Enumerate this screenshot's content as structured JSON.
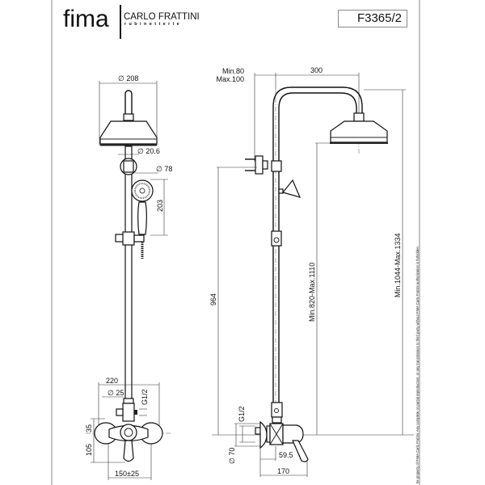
{
  "header": {
    "brand": "fima",
    "sub_brand": "CARLO FRATTINI",
    "sub_brand_tagline": "rubinetterie",
    "product_code": "F3365/2"
  },
  "front_view": {
    "head_diameter": "∅ 208",
    "pipe_diameter": "∅ 20.6",
    "hand_shower_diameter": "∅ 78",
    "hand_shower_length": "203",
    "mixer_width": "220",
    "inlet_diameter": "∅ 25",
    "thread": "G1/2",
    "height_upper": "35",
    "height_lower": "105",
    "centres": "150±25"
  },
  "side_view": {
    "projection_min": "Min.80",
    "projection_max": "Max.100",
    "arm_length": "300",
    "bracket_height": "964",
    "head_height": "Min.820-Max.1110",
    "total_height": "Min.1044-Max.1334",
    "thread": "G1/2",
    "flange_diameter": "∅ 70",
    "depth_mixer": "59.5",
    "depth_total": "170"
  },
  "copyright": "he property of FIMA Carlo Frattini. Any complete or partial reproduction, or any transmission to third party without FIMA Carlo Frattini authorization is forbidden."
}
